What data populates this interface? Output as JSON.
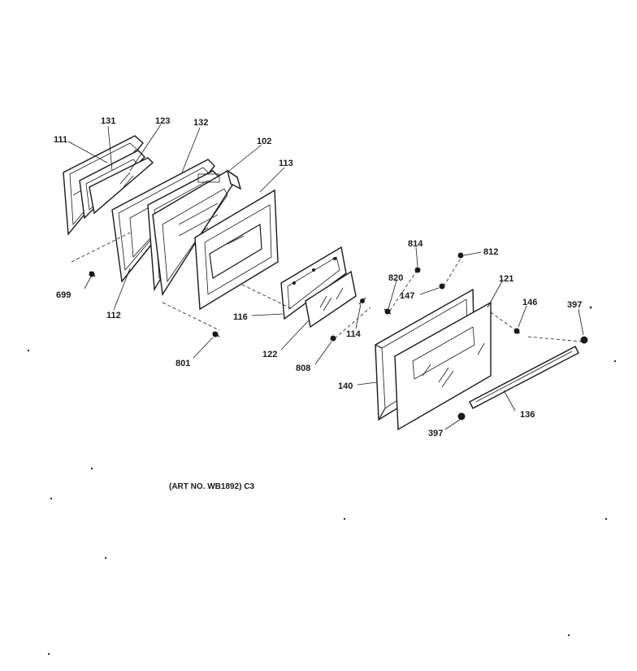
{
  "diagram": {
    "part_numbers": {
      "p111": "111",
      "p131": "131",
      "p123": "123",
      "p132": "132",
      "p102": "102",
      "p113": "113",
      "p699": "699",
      "p112": "112",
      "p116": "116",
      "p801": "801",
      "p122": "122",
      "p808": "808",
      "p114": "114",
      "p820": "820",
      "p814": "814",
      "p812": "812",
      "p147": "147",
      "p121": "121",
      "p146": "146",
      "p397a": "397",
      "p140": "140",
      "p136": "136",
      "p397b": "397"
    },
    "caption": "(ART NO. WB1892) C3"
  }
}
